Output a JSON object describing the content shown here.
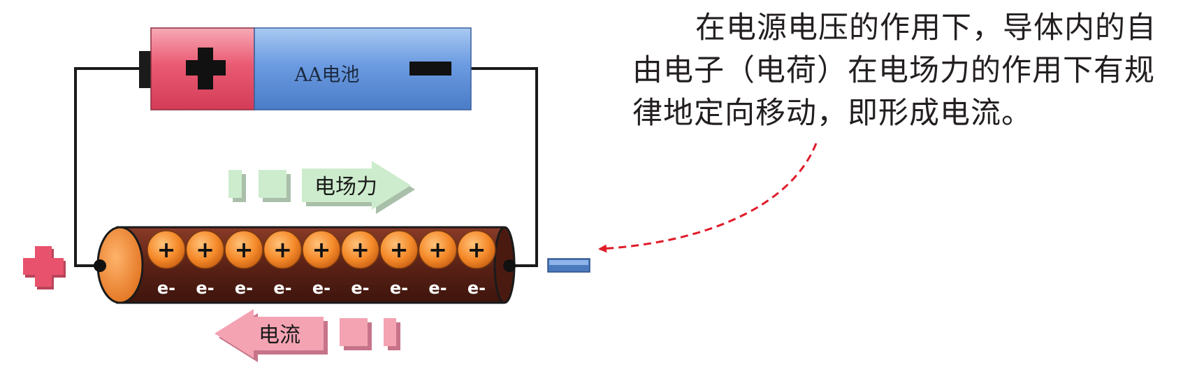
{
  "caption": {
    "line1": "在电源电压的作用下，导体内的自",
    "line2": "由电子（电荷）在电场力的作用下有规",
    "line3": "律地定向移动，即形成电流。"
  },
  "battery": {
    "label": "AA电池",
    "positive_color": "#e8566e",
    "body_color": "#5b8fd8"
  },
  "conductor": {
    "positive_charge_symbol": "+",
    "electron_label": "e-",
    "positive_charge_count": 9,
    "electron_count": 9
  },
  "field_arrow": {
    "label": "电场力",
    "color": "#c6e8c6"
  },
  "current_arrow": {
    "label": "电流",
    "color": "#f3a0b0"
  },
  "terminals": {
    "positive_symbol": "+",
    "negative_symbol": "−"
  },
  "pointer": {
    "color": "#e01b2a",
    "style": "dashed"
  }
}
